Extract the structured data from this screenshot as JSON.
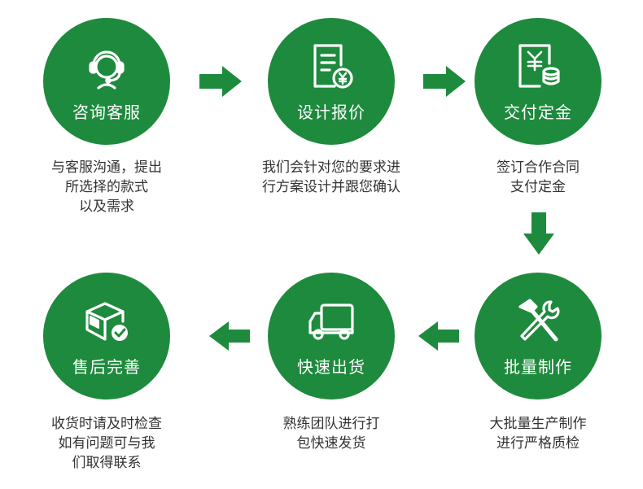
{
  "theme": {
    "green": "#1e8a3d",
    "text": "#333333",
    "title_color": "#ffffff"
  },
  "steps": [
    {
      "title": "咨询客服",
      "icon": "headset-icon",
      "desc": [
        "与客服沟通，提出",
        "所选择的款式",
        "以及需求"
      ]
    },
    {
      "title": "设计报价",
      "icon": "quote-document-icon",
      "desc": [
        "我们会针对您的要求进",
        "行方案设计并跟您确认"
      ]
    },
    {
      "title": "交付定金",
      "icon": "deposit-icon",
      "desc": [
        "签订合作合同",
        "支付定金"
      ]
    },
    {
      "title": "批量制作",
      "icon": "hammer-wrench-icon",
      "desc": [
        "大批量生产制作",
        "进行严格质检"
      ]
    },
    {
      "title": "快速出货",
      "icon": "truck-icon",
      "desc": [
        "熟练团队进行打",
        "包快速发货"
      ]
    },
    {
      "title": "售后完善",
      "icon": "box-check-icon",
      "desc": [
        "收货时请及时检查",
        "如有问题可与我",
        "们取得联系"
      ]
    }
  ],
  "arrows": [
    {
      "from": 0,
      "to": 1,
      "dir": "right"
    },
    {
      "from": 1,
      "to": 2,
      "dir": "right"
    },
    {
      "from": 2,
      "to": 3,
      "dir": "down"
    },
    {
      "from": 3,
      "to": 4,
      "dir": "left"
    },
    {
      "from": 4,
      "to": 5,
      "dir": "left"
    }
  ]
}
